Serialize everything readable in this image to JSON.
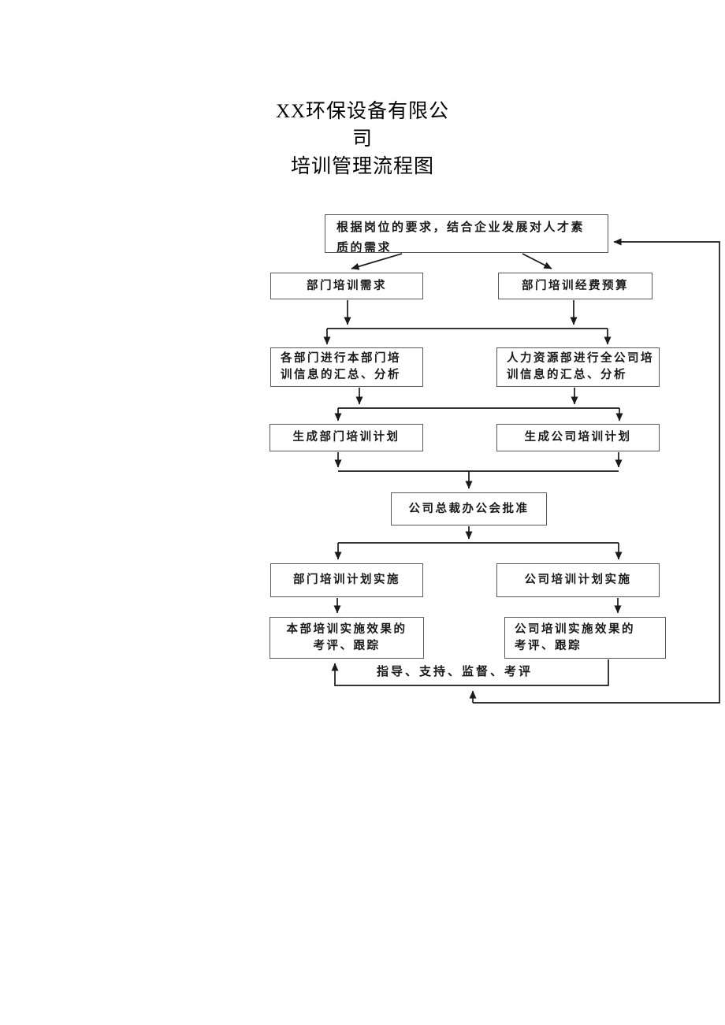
{
  "document": {
    "title_line1": "XX环保设备有限公",
    "title_line2": "司",
    "subtitle": "培训管理流程图"
  },
  "flowchart": {
    "nodes": {
      "requirement": "根据岗位的要求，结合企业发展对人才素\n质的需求",
      "dept_training_needs": "部门培训需求",
      "dept_training_budget": "部门培训经费预算",
      "dept_info_analysis": "各部门进行本部门培\n训信息的汇总、分析",
      "hr_info_analysis": "人力资源部进行全公司培\n训信息的汇总、分析",
      "gen_dept_plan": "生成部门培训计划",
      "gen_company_plan": "生成公司培训计划",
      "president_approval": "公司总裁办公会批准",
      "dept_plan_implement": "部门培训计划实施",
      "company_plan_implement": "公司培训计划实施",
      "dept_effect_review": "本部培训实施效果的\n考评、跟踪",
      "company_effect_review": "公司培训实施效果的\n考评、跟踪"
    },
    "edge_label": "指导、支持、监督、考评",
    "colors": {
      "line": "#1a1a1a",
      "box_border": "#595959",
      "text": "#1a1a1a",
      "background": "#ffffff"
    }
  }
}
